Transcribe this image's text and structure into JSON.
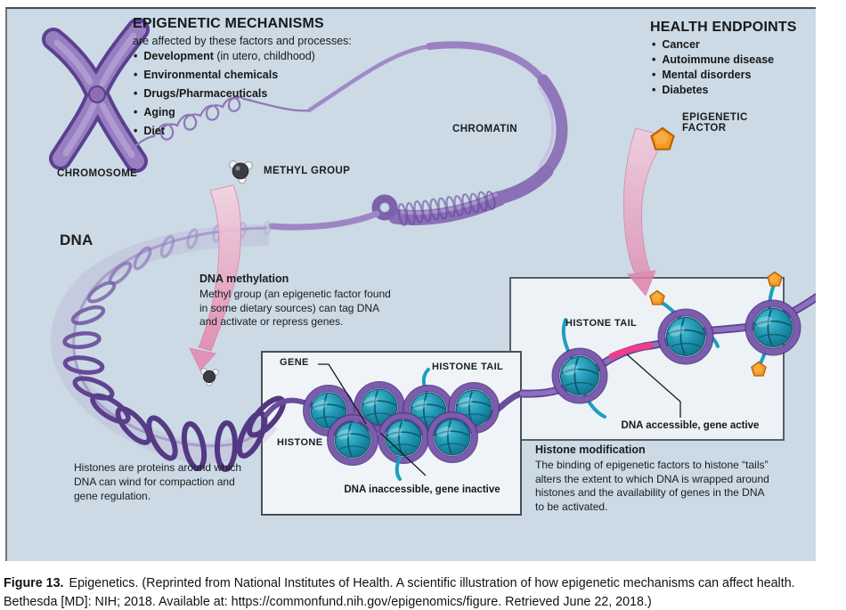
{
  "figure": {
    "caption_label": "Figure 13.",
    "caption_text": "Epigenetics. (Reprinted from National Institutes of Health. A scientific illustration of how epigenetic mechanisms can affect health. Bethesda [MD]: NIH; 2018. Available at: https://commonfund.nih.gov/epigenomics/figure. Retrieved June 22, 2018.)"
  },
  "mechanisms": {
    "title": "EPIGENETIC MECHANISMS",
    "subtitle": "are affected by these factors and processes:",
    "bullet": "•",
    "items": [
      {
        "b": "Development",
        "r": " (in utero, childhood)"
      },
      {
        "b": "Environmental chemicals",
        "r": ""
      },
      {
        "b": "Drugs/Pharmaceuticals",
        "r": ""
      },
      {
        "b": "Aging",
        "r": ""
      },
      {
        "b": "Diet",
        "r": ""
      }
    ]
  },
  "health": {
    "title": "HEALTH ENDPOINTS",
    "bullet": "•",
    "items": [
      "Cancer",
      "Autoimmune disease",
      "Mental disorders",
      "Diabetes"
    ]
  },
  "labels": {
    "chromosome": "CHROMOSOME",
    "methyl_group": "METHYL GROUP",
    "chromatin": "CHROMATIN",
    "dna": "DNA",
    "epigenetic_factor_line1": "EPIGENETIC",
    "epigenetic_factor_line2": "FACTOR",
    "gene": "GENE",
    "histone": "HISTONE",
    "histone_tail_inactive": "HISTONE TAIL",
    "histone_tail_active": "HISTONE TAIL",
    "dna_inactive": "DNA inaccessible, gene inactive",
    "dna_active": "DNA accessible, gene active"
  },
  "blocks": {
    "dna_methylation": {
      "title": "DNA methylation",
      "lines": [
        "Methyl group (an epigenetic factor found",
        "in some dietary sources) can tag DNA",
        "and activate or repress genes."
      ]
    },
    "histone_modification": {
      "title": "Histone modification",
      "lines": [
        "The binding of epigenetic factors to histone “tails”",
        "alters the extent to which DNA is wrapped around",
        "histones and the availability of genes in the DNA",
        "to be activated."
      ]
    },
    "histones_note": {
      "lines": [
        "Histones are proteins around which",
        "DNA can wind for compaction and",
        "gene regulation."
      ]
    }
  },
  "colors": {
    "background": "#cbdae4",
    "purple_dark": "#53377f",
    "purple_mid": "#8a70b6",
    "purple_light": "#b7a5d6",
    "teal": "#1f93ae",
    "teal_dark": "#0b5d72",
    "gene_pink": "#ee3d8c",
    "arrow_pink": "#e590b5",
    "factor_orange": "#f5991f",
    "box_bg": "#eef3f8",
    "text": "#17181a"
  }
}
